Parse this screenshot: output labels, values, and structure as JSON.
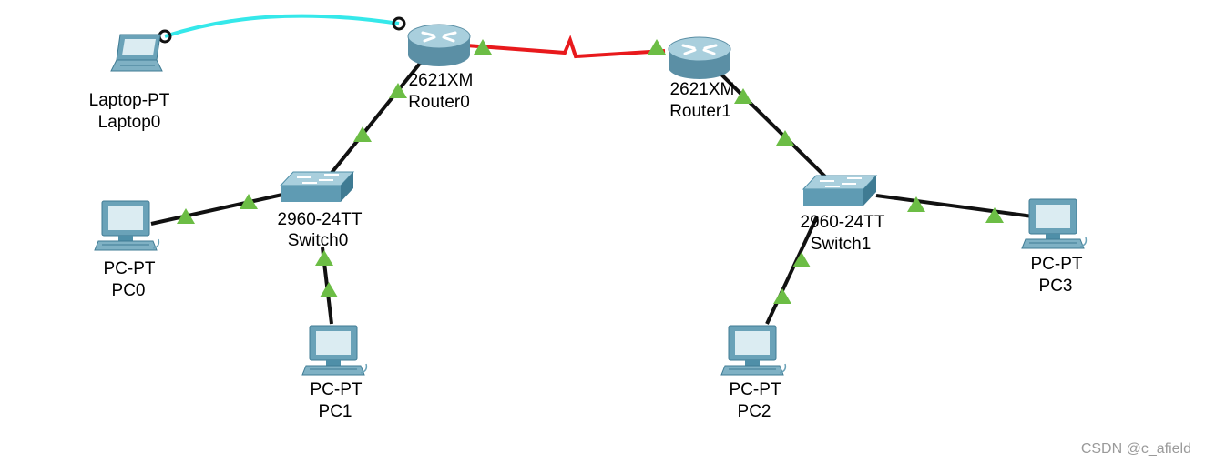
{
  "devices": {
    "laptop0": {
      "model": "Laptop-PT",
      "name": "Laptop0"
    },
    "router0": {
      "model": "2621XM",
      "name": "Router0"
    },
    "router1": {
      "model": "2621XM",
      "name": "Router1"
    },
    "switch0": {
      "model": "2960-24TT",
      "name": "Switch0"
    },
    "switch1": {
      "model": "2960-24TT",
      "name": "Switch1"
    },
    "pc0": {
      "model": "PC-PT",
      "name": "PC0"
    },
    "pc1": {
      "model": "PC-PT",
      "name": "PC1"
    },
    "pc2": {
      "model": "PC-PT",
      "name": "PC2"
    },
    "pc3": {
      "model": "PC-PT",
      "name": "PC3"
    }
  },
  "links": [
    {
      "from": "Laptop0",
      "to": "Router0",
      "type": "console",
      "color": "#35e8ea"
    },
    {
      "from": "Router0",
      "to": "Router1",
      "type": "serial",
      "color": "#e8191c"
    },
    {
      "from": "Router0",
      "to": "Switch0",
      "type": "straight-through",
      "color": "#111111"
    },
    {
      "from": "Switch0",
      "to": "PC0",
      "type": "straight-through",
      "color": "#111111"
    },
    {
      "from": "Switch0",
      "to": "PC1",
      "type": "straight-through",
      "color": "#111111"
    },
    {
      "from": "Router1",
      "to": "Switch1",
      "type": "straight-through",
      "color": "#111111"
    },
    {
      "from": "Switch1",
      "to": "PC2",
      "type": "straight-through",
      "color": "#111111"
    },
    {
      "from": "Switch1",
      "to": "PC3",
      "type": "straight-through",
      "color": "#111111"
    }
  ],
  "colors": {
    "link_up_indicator": "#6cbd45",
    "device_body": "#4f8fa8",
    "device_light": "#b9d9e6"
  },
  "watermark": "CSDN @c_afield"
}
